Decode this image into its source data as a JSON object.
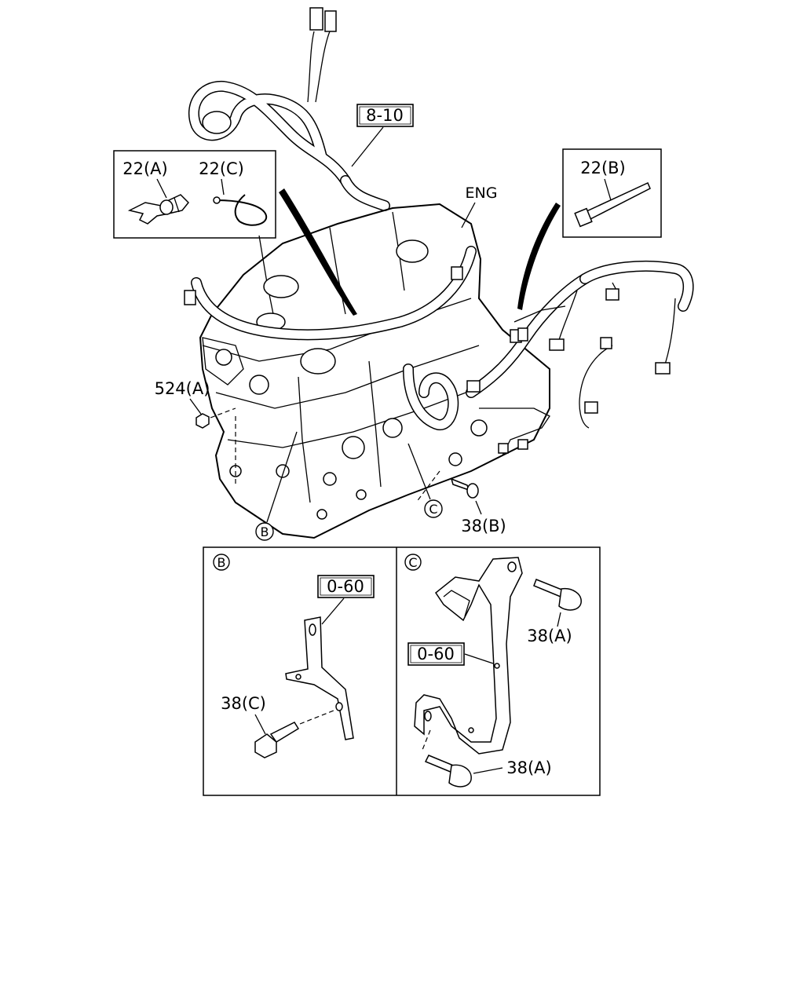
{
  "callouts": {
    "ref_8_10": "8-10",
    "clip_22a": "22(A)",
    "clip_22c": "22(C)",
    "tie_22b": "22(B)",
    "eng": "ENG",
    "nut_524a": "524(A)",
    "bolt_38b": "38(B)",
    "marker_b": "B",
    "marker_c": "C"
  },
  "detail_b": {
    "marker": "B",
    "ref": "0-60",
    "bolt": "38(C)"
  },
  "detail_c": {
    "marker": "C",
    "ref": "0-60",
    "bolt_top": "38(A)",
    "bolt_bottom": "38(A)"
  }
}
